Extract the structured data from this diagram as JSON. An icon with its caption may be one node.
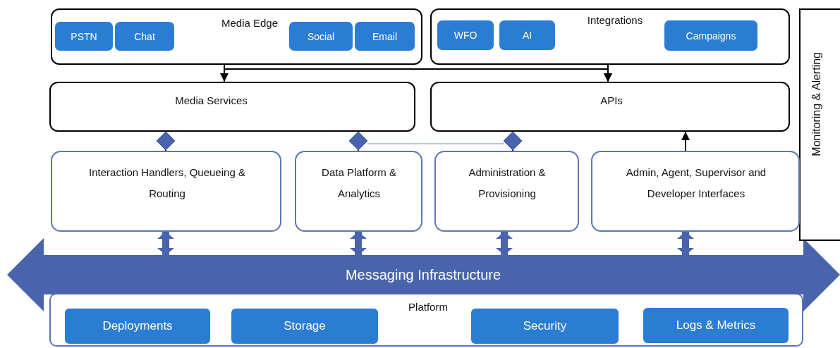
{
  "diagram": {
    "nodes": [
      {
        "text": [
          "Media Edge"
        ]
      },
      {
        "text": [
          "PSTN"
        ],
        "in": 0
      },
      {
        "text": [
          "Chat"
        ],
        "in": 0
      },
      {
        "text": [
          "Social"
        ],
        "in": 0
      },
      {
        "text": [
          "Email"
        ],
        "in": 0
      },
      {
        "text": [
          "Integrations"
        ]
      },
      {
        "text": [
          "WFO"
        ],
        "in": 5
      },
      {
        "text": [
          "AI"
        ],
        "in": 5
      },
      {
        "text": [
          "Campaigns"
        ],
        "in": 5
      },
      {
        "text": [
          "Media Services"
        ]
      },
      {
        "text": [
          "APIs"
        ]
      },
      {
        "text": [
          "Monitoring & Alerting"
        ]
      },
      {
        "text": [
          "Interaction Handlers, Queueing & Routing"
        ]
      },
      {
        "text": [
          "Data Platform & Analytics"
        ]
      },
      {
        "text": [
          "Administration & Provisioning"
        ]
      },
      {
        "text": [
          "Admin, Agent, Supervisor and Developer Interfaces"
        ]
      },
      {
        "text": [
          "Messaging Infrastructure"
        ]
      },
      {
        "text": [
          "Platform"
        ]
      },
      {
        "text": [
          "Deployments"
        ],
        "in": 17
      },
      {
        "text": [
          "Storage"
        ],
        "in": 17
      },
      {
        "text": [
          "Security"
        ],
        "in": 17
      },
      {
        "text": [
          "Logs & Metrics"
        ],
        "in": 17
      }
    ],
    "edges": [
      {
        "from": 0,
        "to": 9,
        "arrow": "to"
      },
      {
        "from": 0,
        "to": 10,
        "arrow": "to"
      },
      {
        "from": 5,
        "to": 10,
        "arrow": "to"
      },
      {
        "from": 12,
        "to": 9,
        "arrow": "other"
      },
      {
        "from": 13,
        "to": 9,
        "arrow": "other"
      },
      {
        "from": 14,
        "to": 10,
        "arrow": "other"
      },
      {
        "from": 13,
        "to": 14,
        "arrow": "none",
        "color": "#9fb0cf"
      },
      {
        "from": 15,
        "to": 10,
        "arrow": "to"
      },
      {
        "from": 12,
        "to": 16,
        "arrow": "both",
        "style": "thick",
        "color": "#4a63ad"
      },
      {
        "from": 13,
        "to": 16,
        "arrow": "both",
        "style": "thick",
        "color": "#4a63ad"
      },
      {
        "from": 14,
        "to": 16,
        "arrow": "both",
        "style": "thick",
        "color": "#4a63ad"
      },
      {
        "from": 15,
        "to": 16,
        "arrow": "both",
        "style": "thick",
        "color": "#4a63ad"
      }
    ]
  }
}
